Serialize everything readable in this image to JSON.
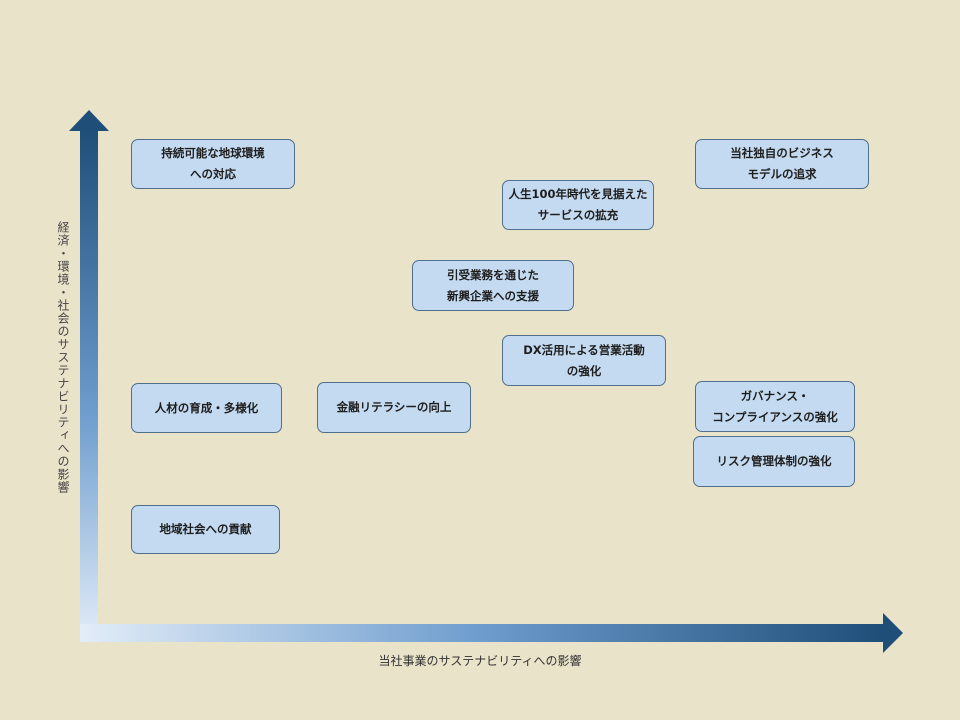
{
  "axes": {
    "x_label": "当社事業のサステナビリティへの影響",
    "y_label": "経済・環境・社会のサステナビリティへの影響",
    "gradient_light": "#e3edf8",
    "gradient_dark": "#1f4e79"
  },
  "nodes": [
    {
      "id": "environment",
      "label": "持続可能な地球環境\nへの対応"
    },
    {
      "id": "business-model",
      "label": "当社独自のビジネス\nモデルの追求"
    },
    {
      "id": "longevity-services",
      "label": "人生100年時代を見据えた\nサービスの拡充"
    },
    {
      "id": "underwriting-support",
      "label": "引受業務を通じた\n新興企業への支援"
    },
    {
      "id": "dx-sales",
      "label": "DX活用による営業活動\nの強化"
    },
    {
      "id": "talent",
      "label": "人材の育成・多様化"
    },
    {
      "id": "financial-literacy",
      "label": "金融リテラシーの向上"
    },
    {
      "id": "governance",
      "label": "ガバナンス・\nコンプライアンスの強化"
    },
    {
      "id": "risk-management",
      "label": "リスク管理体制の強化"
    },
    {
      "id": "community",
      "label": "地域社会への貢献"
    }
  ]
}
